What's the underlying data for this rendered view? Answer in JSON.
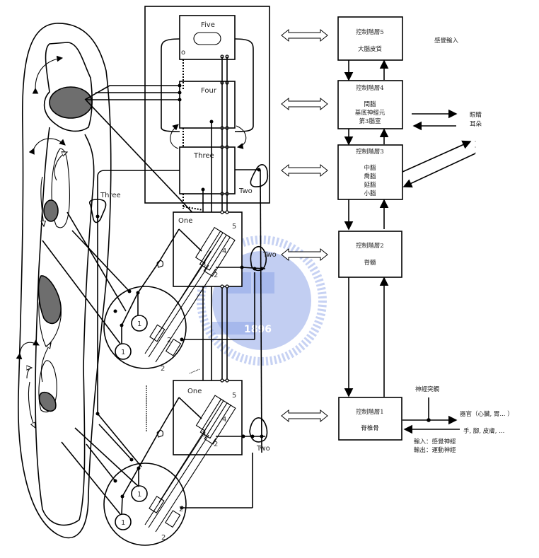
{
  "diagram": {
    "title": "Five-level nervous system control hierarchy",
    "levels_left": {
      "five": "Five",
      "four": "Four",
      "three": "Three",
      "three_side": "Three",
      "two_upper": "Two",
      "two_mid": "Two",
      "two_lower": "Two",
      "one_upper": "One",
      "one_lower": "One"
    },
    "cell_numbers": {
      "n1": "1",
      "n2": "2",
      "n3": "3",
      "n4": "4",
      "n5": "5",
      "o_marker": "o"
    },
    "hierarchy": [
      {
        "level": "控制階層5",
        "parts": [
          "大腦皮質"
        ]
      },
      {
        "level": "控制階層4",
        "parts": [
          "間腦",
          "基底神經元",
          "第3腦室"
        ]
      },
      {
        "level": "控制階層3",
        "parts": [
          "中腦",
          "喬腦",
          "延腦",
          "小腦"
        ]
      },
      {
        "level": "控制階層2",
        "parts": [
          "脊髓"
        ]
      },
      {
        "level": "控制階層1",
        "parts": [
          "脊椎骨"
        ]
      }
    ],
    "side_labels": {
      "sensory_input": "感覺輸入",
      "eyes": "眼睛",
      "ears": "耳朵",
      "synapse": "神經突觸",
      "organs": "器官（心臟, 胃...  ）",
      "limbs": "手, 腳, 皮膚, ...",
      "input_note": "輸入：感覺神經",
      "output_note": "輸出：運動神經"
    },
    "watermark_text": "1896",
    "colors": {
      "line": "#000000",
      "shaded_region": "#6e6e6e",
      "watermark": "#8fa6e8"
    }
  }
}
